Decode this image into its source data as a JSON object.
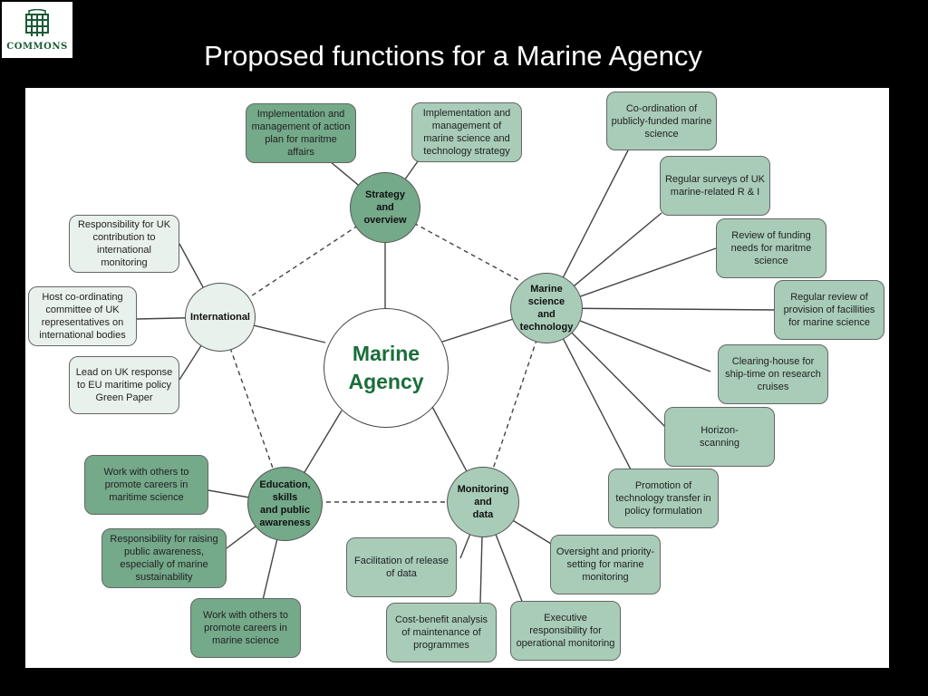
{
  "header": {
    "logo_text": "COMMONS",
    "title": "Proposed functions for a Marine Agency"
  },
  "colors": {
    "dark_green": "#74a98a",
    "light_green": "#a8ccb8",
    "pale_green": "#e9f1ec",
    "center_text": "#1a6e3a"
  },
  "center": {
    "label": "Marine\nAgency"
  },
  "hubs": {
    "strategy": "Strategy\nand\noverview",
    "international": "International",
    "science": "Marine\nscience\nand\ntechnology",
    "education": "Education,\nskills\nand public\nawareness",
    "monitoring": "Monitoring\nand\ndata"
  },
  "strategy_items": [
    "Implementation and management of action plan for maritme affairs",
    "Implementation and management of marine science and technology strategy"
  ],
  "international_items": [
    "Responsibility for UK contribution to international monitoring",
    "Host co-ordinating committee of UK representatives on international bodies",
    "Lead on UK response to EU maritime policy Green Paper"
  ],
  "science_items": [
    "Co-ordination of publicly-funded marine science",
    "Regular surveys of UK marine-related R & I",
    "Review of funding needs for maritme science",
    "Regular review of provision of facillities for marine science",
    "Clearing-house for ship-time on research cruises",
    "Horizon-\nscanning",
    "Promotion of technology transfer in policy formulation"
  ],
  "education_items": [
    "Work with others to promote careers in maritime science",
    "Responsibility for raising public awareness, especially of marine sustainability",
    "Work with others to promote careers in marine science"
  ],
  "monitoring_items": [
    "Facilitation of release of data",
    "Cost-benefit analysis of maintenance of programmes",
    "Executive responsibility for operational monitoring",
    "Oversight and priority-setting for marine monitoring"
  ]
}
